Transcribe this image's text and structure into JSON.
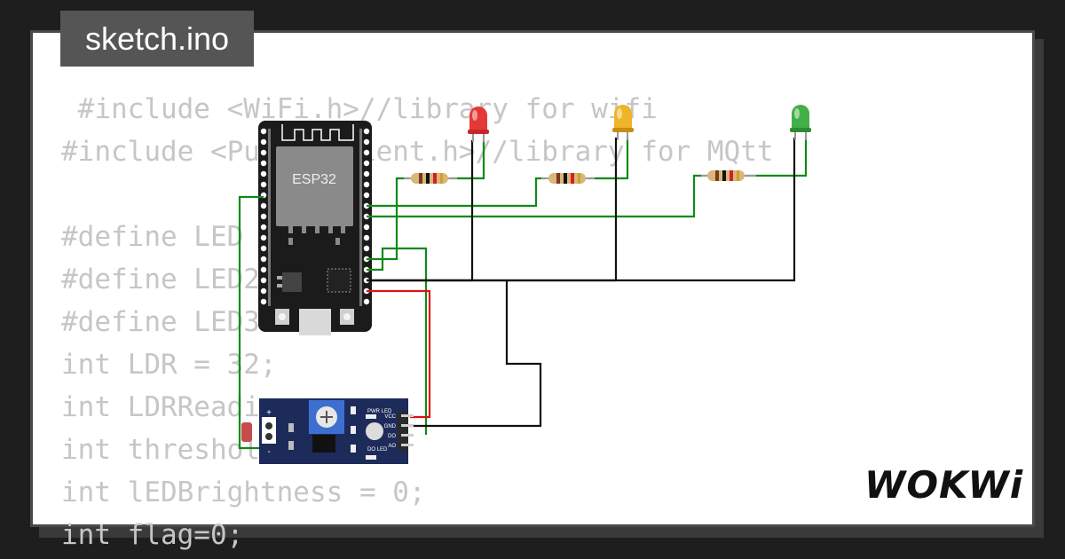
{
  "tab": {
    "title": "sketch.ino"
  },
  "code": {
    "lines": [
      " #include <WiFi.h>//library for wifi",
      "#include <PubSubClient.h>//library for MQtt",
      "",
      "#define LED",
      "#define LED2",
      "#define LED3",
      "int LDR = 32;",
      "int LDRReading",
      "int threshold = 1500;",
      "int lEDBrightness = 0;",
      "int flag=0;"
    ]
  },
  "board": {
    "label": "ESP32"
  },
  "sensor": {
    "labels": {
      "pwr_led": "PWR LED",
      "do_led": "DO LED",
      "vcc": "VCC",
      "gnd": "GND",
      "do": "DO",
      "ao": "AO",
      "plus": "+",
      "minus": "-"
    }
  },
  "leds": [
    {
      "color_name": "red",
      "color": "#e53935"
    },
    {
      "color_name": "yellow",
      "color": "#f0b429"
    },
    {
      "color_name": "green",
      "color": "#43b047"
    }
  ],
  "wire_colors": {
    "green": "#0f8a17",
    "black": "#111111",
    "red": "#e01010"
  },
  "brand": {
    "logo": "WOKWi"
  }
}
